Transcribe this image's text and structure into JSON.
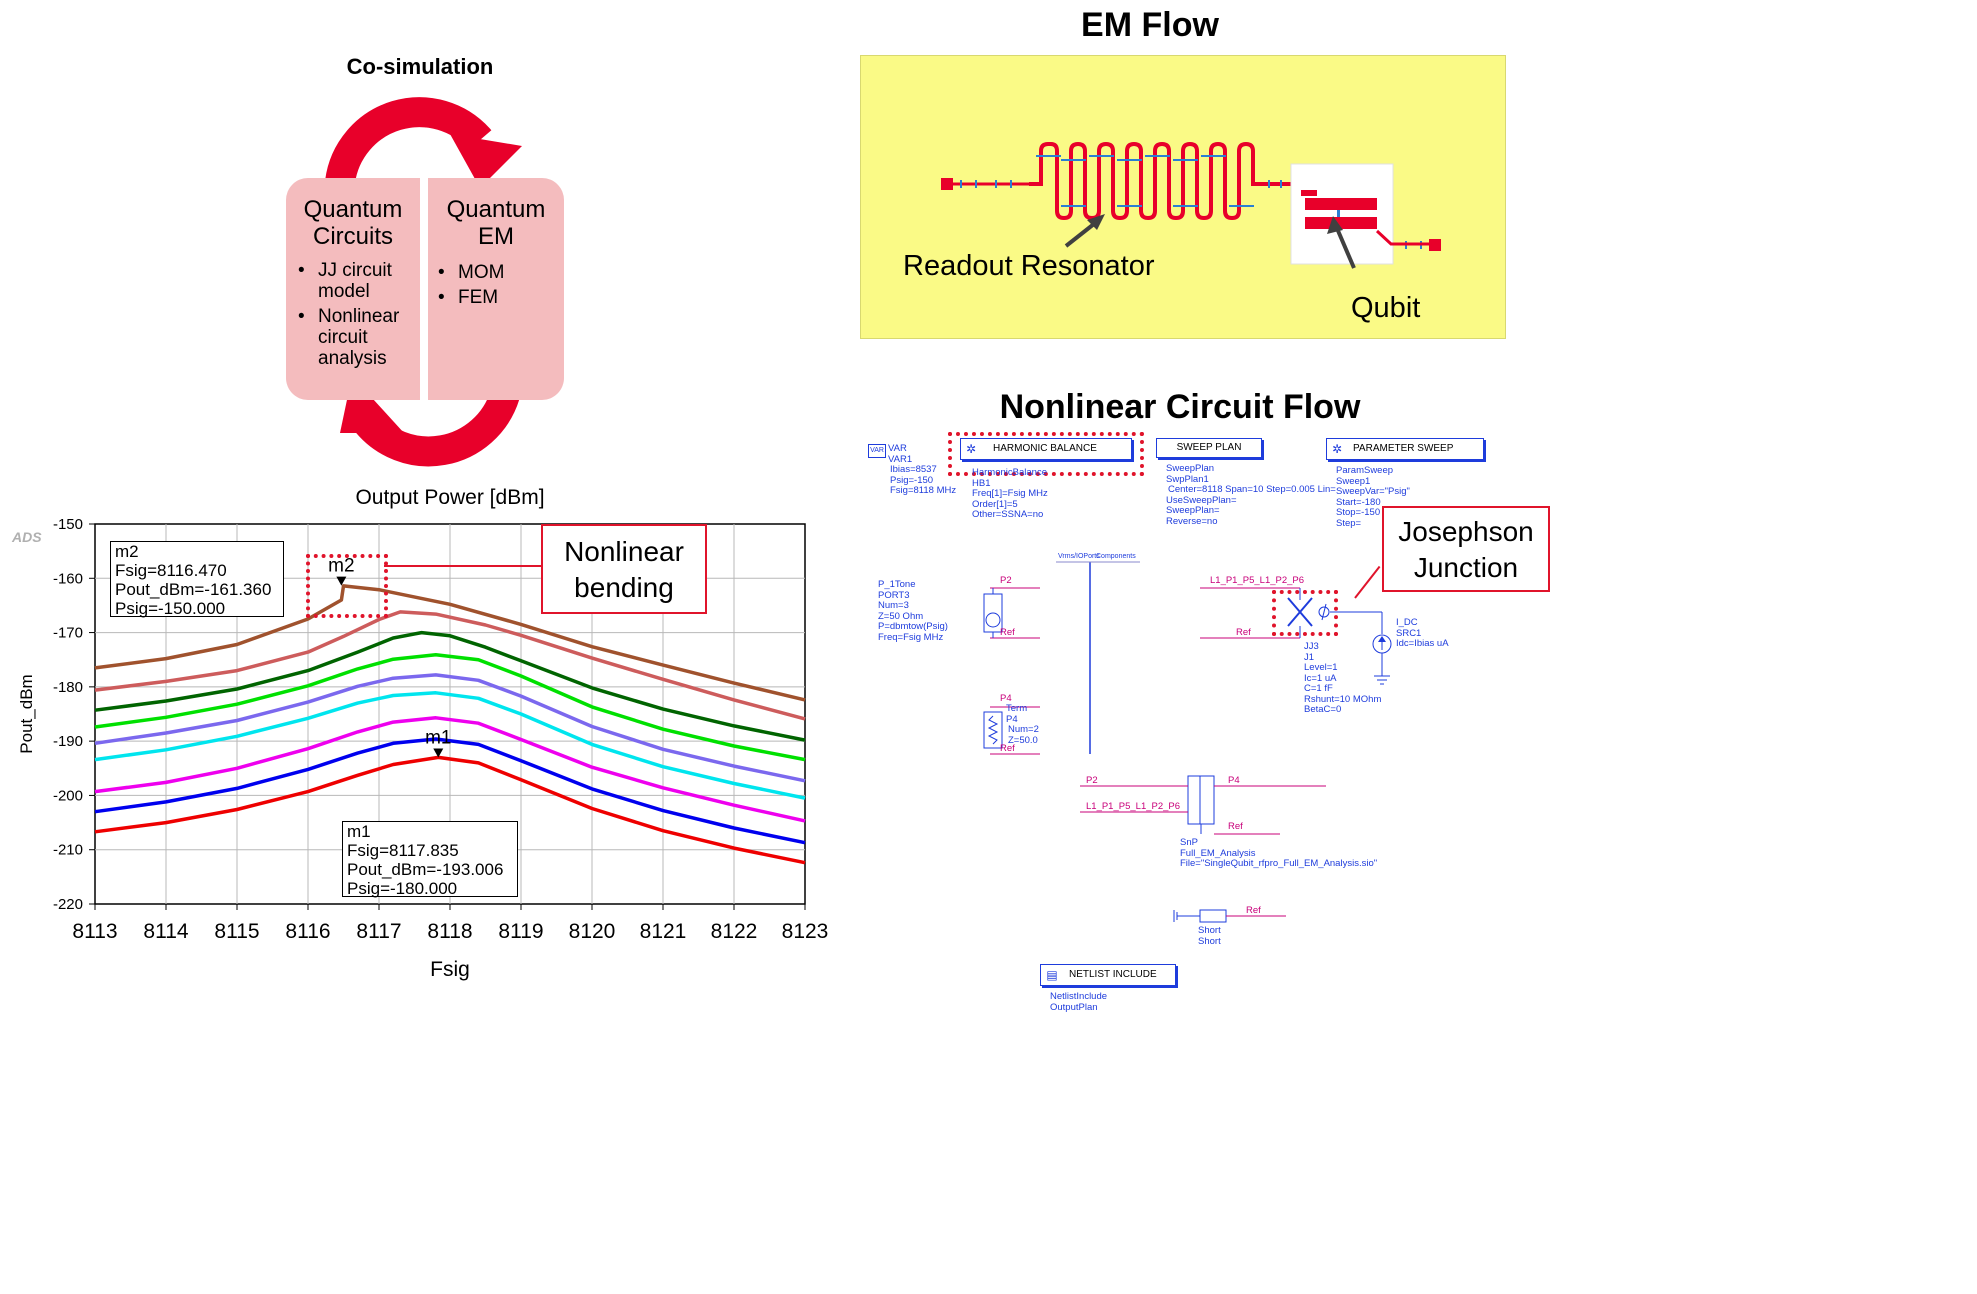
{
  "cosim": {
    "title": "Co-simulation",
    "left_box": {
      "title_line1": "Quantum",
      "title_line2": "Circuits",
      "bullets": [
        [
          "JJ circuit",
          "model"
        ],
        [
          "Nonlinear",
          "circuit",
          "analysis"
        ]
      ]
    },
    "right_box": {
      "title_line1": "Quantum",
      "title_line2": "EM",
      "bullets": [
        [
          "MOM"
        ],
        [
          "FEM"
        ]
      ]
    },
    "colors": {
      "arrow": "#e8002a",
      "box": "#f4bcbe"
    }
  },
  "em_flow": {
    "title": "EM Flow",
    "readout_label": "Readout Resonator",
    "qubit_label": "Qubit",
    "colors": {
      "panel": "#fafa86",
      "trace": "#e8002a",
      "port": "#2a7fd4"
    }
  },
  "chart_data": {
    "type": "line",
    "title": "Output Power [dBm]",
    "xlabel": "Fsig",
    "ylabel": "Pout_dBm",
    "badge": "ADS",
    "xlim": [
      8113,
      8123
    ],
    "ylim": [
      -220,
      -150
    ],
    "xticks": [
      "8113",
      "8114",
      "8115",
      "8116",
      "8117",
      "8118",
      "8119",
      "8120",
      "8121",
      "8122",
      "8123"
    ],
    "yticks": [
      "-150",
      "-160",
      "-170",
      "-180",
      "-190",
      "-200",
      "-210",
      "-220"
    ],
    "series": [
      {
        "color": "#a0522d",
        "x": [
          8113,
          8114,
          8115,
          8116,
          8116.47,
          8116.5,
          8117,
          8118,
          8119,
          8120,
          8121,
          8122,
          8123
        ],
        "y": [
          -176.5,
          -174.8,
          -172.2,
          -167.5,
          -164.0,
          -161.4,
          -162.1,
          -164.8,
          -168.5,
          -172.6,
          -176.0,
          -179.3,
          -182.4
        ]
      },
      {
        "color": "#cd5c5c",
        "x": [
          8113,
          8114,
          8115,
          8116,
          8116.5,
          8117,
          8117.3,
          8117.8,
          8118.5,
          8119,
          8120,
          8121,
          8122,
          8123
        ],
        "y": [
          -180.6,
          -179.0,
          -177.0,
          -173.6,
          -170.7,
          -167.6,
          -166.2,
          -166.6,
          -168.6,
          -170.5,
          -174.7,
          -178.6,
          -182.4,
          -185.9
        ]
      },
      {
        "color": "#006400",
        "x": [
          8113,
          8114,
          8115,
          8116,
          8116.7,
          8117.2,
          8117.6,
          8118,
          8118.5,
          8119,
          8120,
          8121,
          8122,
          8123
        ],
        "y": [
          -184.3,
          -182.6,
          -180.4,
          -177.0,
          -173.6,
          -171.0,
          -170.0,
          -170.6,
          -172.7,
          -175.2,
          -180.2,
          -184.1,
          -187.2,
          -189.8
        ]
      },
      {
        "color": "#00e000",
        "x": [
          8113,
          8114,
          8115,
          8116,
          8116.7,
          8117.2,
          8117.8,
          8118.4,
          8119,
          8120,
          8121,
          8122,
          8123
        ],
        "y": [
          -187.4,
          -185.6,
          -183.2,
          -179.8,
          -176.7,
          -174.9,
          -174.1,
          -175.0,
          -178.0,
          -183.7,
          -187.8,
          -190.9,
          -193.4
        ]
      },
      {
        "color": "#7b68ee",
        "x": [
          8113,
          8114,
          8115,
          8116,
          8116.7,
          8117.2,
          8117.8,
          8118.4,
          8119,
          8120,
          8121,
          8122,
          8123
        ],
        "y": [
          -190.4,
          -188.5,
          -186.2,
          -182.8,
          -179.9,
          -178.4,
          -177.8,
          -178.8,
          -181.7,
          -187.3,
          -191.5,
          -194.6,
          -197.3
        ]
      },
      {
        "color": "#00e5ee",
        "x": [
          8113,
          8114,
          8115,
          8116,
          8116.7,
          8117.2,
          8117.8,
          8118.4,
          8119,
          8120,
          8121,
          8122,
          8123
        ],
        "y": [
          -193.4,
          -191.6,
          -189.1,
          -185.8,
          -183.0,
          -181.6,
          -181.1,
          -182.1,
          -185.0,
          -190.6,
          -194.7,
          -197.8,
          -200.5
        ]
      },
      {
        "color": "#ee00ee",
        "x": [
          8113,
          8114,
          8115,
          8116,
          8116.7,
          8117.2,
          8117.8,
          8118.4,
          8119,
          8120,
          8121,
          8122,
          8123
        ],
        "y": [
          -199.3,
          -197.6,
          -195.0,
          -191.4,
          -188.3,
          -186.5,
          -185.7,
          -186.7,
          -189.7,
          -194.8,
          -198.6,
          -201.8,
          -204.7
        ]
      },
      {
        "color": "#0000ee",
        "x": [
          8113,
          8114,
          8115,
          8116,
          8116.7,
          8117.2,
          8117.8,
          8118.4,
          8119,
          8120,
          8121,
          8122,
          8123
        ],
        "y": [
          -203.0,
          -201.2,
          -198.7,
          -195.2,
          -192.2,
          -190.4,
          -189.6,
          -190.6,
          -193.6,
          -198.8,
          -202.8,
          -206.0,
          -208.7
        ]
      },
      {
        "color": "#ee0000",
        "x": [
          8113,
          8114,
          8115,
          8116,
          8116.7,
          8117.2,
          8117.835,
          8118.4,
          8119,
          8120,
          8121,
          8122,
          8123
        ],
        "y": [
          -206.7,
          -205.0,
          -202.6,
          -199.3,
          -196.3,
          -194.3,
          -193.0,
          -194.0,
          -197.1,
          -202.4,
          -206.5,
          -209.7,
          -212.4
        ]
      }
    ],
    "markers": [
      {
        "id": "m2",
        "x": 8116.47,
        "y": -161.36,
        "lines": [
          "m2",
          "Fsig=8116.470",
          "Pout_dBm=-161.360",
          "Psig=-150.000"
        ]
      },
      {
        "id": "m1",
        "x": 8117.835,
        "y": -193.006,
        "lines": [
          "m1",
          "Fsig=8117.835",
          "Pout_dBm=-193.006",
          "Psig=-180.000"
        ]
      }
    ],
    "annotation": {
      "line1": "Nonlinear",
      "line2": "bending"
    }
  },
  "nonlinear": {
    "title": "Nonlinear Circuit Flow",
    "hb_header": "HARMONIC BALANCE",
    "sweep_header": "SWEEP PLAN",
    "param_header": "PARAMETER SWEEP",
    "netlist_header": "NETLIST INCLUDE",
    "var_icon": "VAR",
    "var_lines": [
      "VAR",
      "VAR1",
      "Ibias=8537",
      "Psig=-150",
      "Fsig=8118 MHz"
    ],
    "hb_lines": [
      "HarmonicBalance",
      "HB1",
      "Freq[1]=Fsig MHz",
      "Order[1]=5",
      "Other=SSNA=no"
    ],
    "sweep_lines": [
      "SweepPlan",
      "SwpPlan1",
      "Center=8118 Span=10 Step=0.005 Lin=",
      "UseSweepPlan=",
      "SweepPlan=",
      "Reverse=no"
    ],
    "param_lines": [
      "ParamSweep",
      "Sweep1",
      "SweepVar=\"Psig\"",
      "Start=-180",
      "Stop=-150",
      "Step="
    ],
    "jj_label_line1": "Josephson",
    "jj_label_line2": "Junction",
    "port_lines": [
      "P_1Tone",
      "PORT3",
      "Num=3",
      "Z=50 Ohm",
      "P=dbmtow(Psig)",
      "Freq=Fsig MHz"
    ],
    "term_lines": [
      "Term",
      "P4",
      "Num=2",
      "Z=50.0"
    ],
    "jj_lines": [
      "JJ3",
      "J1",
      "Level=1",
      "Ic=1 uA",
      "C=1 fF",
      "Rshunt=10 MOhm",
      "BetaC=0"
    ],
    "idc_lines": [
      "I_DC",
      "SRC1",
      "Idc=Ibias uA"
    ],
    "snp_lines": [
      "SnP",
      "Full_EM_Analysis",
      "File=\"SingleQubit_rfpro_Full_EM_Analysis.sio\""
    ],
    "short_lines": [
      "Short",
      "Short"
    ],
    "netlist_lines": [
      "NetlistInclude",
      "OutputPlan"
    ],
    "net_labels": {
      "p2": "P2",
      "ref": "Ref",
      "p4": "P4",
      "l1": "L1_P1_P5_L1_P2_P6",
      "vnms": "Vrms/IOPorts",
      "components": "Components"
    }
  }
}
